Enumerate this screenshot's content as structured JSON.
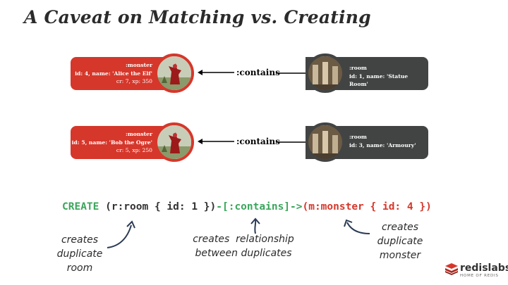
{
  "title": "A Caveat on Matching vs. Creating",
  "rows": [
    {
      "monster": {
        "label": ":monster",
        "line1": "id: 4, name: 'Alice the Elf'",
        "line2": "cr: 7, xp: 350"
      },
      "relationship": ":contains",
      "room": {
        "label": ":room",
        "line1": "id: 1, name: 'Statue Room'"
      }
    },
    {
      "monster": {
        "label": ":monster",
        "line1": "id: 5, name: 'Bob the Ogre'",
        "line2": "cr: 5, xp: 250"
      },
      "relationship": ":contains",
      "room": {
        "label": ":room",
        "line1": "id: 3, name: 'Armoury'"
      }
    }
  ],
  "query": {
    "keyword": "CREATE",
    "room_part": " (r:room { id: 1 })",
    "rel_part": "-[:contains]->",
    "monster_part": "(m:monster { id: 4 })"
  },
  "notes": {
    "room": "creates\nduplicate\nroom",
    "relationship": "creates  relationship\nbetween duplicates",
    "monster": "creates\nduplicate\nmonster"
  },
  "brand": {
    "name": "redislabs",
    "tagline": "HOME OF REDIS"
  },
  "colors": {
    "monster": "#d6372b",
    "room": "#424444",
    "keyword": "#3aa65b"
  }
}
